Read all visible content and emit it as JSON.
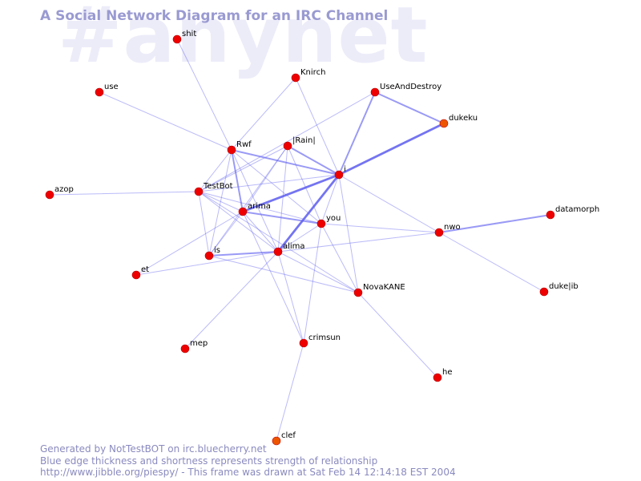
{
  "watermark": "#anynet",
  "title": "A Social Network Diagram for an IRC Channel",
  "footer": {
    "line1": "Generated by NotTestBOT on irc.bluecherry.net",
    "line2": "Blue edge thickness and shortness represents strength of relationship",
    "line3": "http://www.jibble.org/piespy/ - This frame was drawn at Sat Feb 14 12:14:18 EST 2004"
  },
  "colors": {
    "node_default": "#ee0000",
    "node_recent": "#ee5500",
    "edge": "#5c5cf0"
  },
  "nodes": [
    {
      "id": "shit",
      "label": "shit",
      "color": "#ee0000"
    },
    {
      "id": "use",
      "label": "use",
      "color": "#ee0000"
    },
    {
      "id": "Knirch",
      "label": "Knirch",
      "color": "#ee0000"
    },
    {
      "id": "UseAndDestroy",
      "label": "UseAndDestroy",
      "color": "#ee0000"
    },
    {
      "id": "dukeku",
      "label": "dukeku",
      "color": "#ee5500"
    },
    {
      "id": "Rain",
      "label": "|Rain|",
      "color": "#ee0000"
    },
    {
      "id": "Rwf",
      "label": "Rwf",
      "color": "#ee0000"
    },
    {
      "id": "i",
      "label": "i",
      "color": "#ee0000"
    },
    {
      "id": "azop",
      "label": "azop",
      "color": "#ee0000"
    },
    {
      "id": "TestBot",
      "label": "TestBot",
      "color": "#ee0000"
    },
    {
      "id": "arima",
      "label": "arima",
      "color": "#ee0000"
    },
    {
      "id": "you",
      "label": "you",
      "color": "#ee0000"
    },
    {
      "id": "datamorph",
      "label": "datamorph",
      "color": "#ee0000"
    },
    {
      "id": "nwo",
      "label": "nwo",
      "color": "#ee0000"
    },
    {
      "id": "alima",
      "label": "alima",
      "color": "#ee0000"
    },
    {
      "id": "is",
      "label": "is",
      "color": "#ee0000"
    },
    {
      "id": "et",
      "label": "et",
      "color": "#ee0000"
    },
    {
      "id": "dukejib",
      "label": "duke|ib",
      "color": "#ee0000"
    },
    {
      "id": "NovaKANE",
      "label": "NovaKANE",
      "color": "#ee0000"
    },
    {
      "id": "mep",
      "label": "mep",
      "color": "#ee0000"
    },
    {
      "id": "crimsun",
      "label": "crimsun",
      "color": "#ee0000"
    },
    {
      "id": "he",
      "label": "he",
      "color": "#ee0000"
    },
    {
      "id": "clef",
      "label": "clef",
      "color": "#ee5500"
    }
  ],
  "edges": [
    {
      "from": "shit",
      "to": "Rwf",
      "weight": 1
    },
    {
      "from": "use",
      "to": "Rwf",
      "weight": 1
    },
    {
      "from": "Knirch",
      "to": "Rwf",
      "weight": 1
    },
    {
      "from": "Knirch",
      "to": "i",
      "weight": 1
    },
    {
      "from": "UseAndDestroy",
      "to": "i",
      "weight": 2
    },
    {
      "from": "UseAndDestroy",
      "to": "dukeku",
      "weight": 2
    },
    {
      "from": "UseAndDestroy",
      "to": "TestBot",
      "weight": 1
    },
    {
      "from": "dukeku",
      "to": "i",
      "weight": 3
    },
    {
      "from": "Rwf",
      "to": "i",
      "weight": 2
    },
    {
      "from": "Rwf",
      "to": "TestBot",
      "weight": 1
    },
    {
      "from": "Rwf",
      "to": "arima",
      "weight": 2
    },
    {
      "from": "Rwf",
      "to": "alima",
      "weight": 1
    },
    {
      "from": "Rwf",
      "to": "is",
      "weight": 1
    },
    {
      "from": "Rwf",
      "to": "you",
      "weight": 1
    },
    {
      "from": "Rain",
      "to": "i",
      "weight": 2
    },
    {
      "from": "Rain",
      "to": "TestBot",
      "weight": 1
    },
    {
      "from": "Rain",
      "to": "arima",
      "weight": 1
    },
    {
      "from": "Rain",
      "to": "alima",
      "weight": 1
    },
    {
      "from": "Rain",
      "to": "you",
      "weight": 1
    },
    {
      "from": "Rain",
      "to": "is",
      "weight": 1
    },
    {
      "from": "i",
      "to": "arima",
      "weight": 3
    },
    {
      "from": "i",
      "to": "alima",
      "weight": 3
    },
    {
      "from": "i",
      "to": "TestBot",
      "weight": 1
    },
    {
      "from": "i",
      "to": "you",
      "weight": 1
    },
    {
      "from": "i",
      "to": "NovaKANE",
      "weight": 1
    },
    {
      "from": "i",
      "to": "nwo",
      "weight": 1
    },
    {
      "from": "azop",
      "to": "TestBot",
      "weight": 1
    },
    {
      "from": "TestBot",
      "to": "arima",
      "weight": 1
    },
    {
      "from": "TestBot",
      "to": "alima",
      "weight": 1
    },
    {
      "from": "TestBot",
      "to": "is",
      "weight": 1
    },
    {
      "from": "TestBot",
      "to": "you",
      "weight": 1
    },
    {
      "from": "TestBot",
      "to": "NovaKANE",
      "weight": 1
    },
    {
      "from": "arima",
      "to": "you",
      "weight": 2
    },
    {
      "from": "arima",
      "to": "alima",
      "weight": 1
    },
    {
      "from": "arima",
      "to": "is",
      "weight": 1
    },
    {
      "from": "arima",
      "to": "et",
      "weight": 1
    },
    {
      "from": "arima",
      "to": "crimsun",
      "weight": 1
    },
    {
      "from": "you",
      "to": "alima",
      "weight": 1
    },
    {
      "from": "you",
      "to": "nwo",
      "weight": 1
    },
    {
      "from": "you",
      "to": "crimsun",
      "weight": 1
    },
    {
      "from": "you",
      "to": "NovaKANE",
      "weight": 1
    },
    {
      "from": "alima",
      "to": "is",
      "weight": 2
    },
    {
      "from": "alima",
      "to": "nwo",
      "weight": 1
    },
    {
      "from": "alima",
      "to": "mep",
      "weight": 1
    },
    {
      "from": "alima",
      "to": "crimsun",
      "weight": 1
    },
    {
      "from": "alima",
      "to": "NovaKANE",
      "weight": 1
    },
    {
      "from": "alima",
      "to": "et",
      "weight": 1
    },
    {
      "from": "is",
      "to": "NovaKANE",
      "weight": 1
    },
    {
      "from": "nwo",
      "to": "datamorph",
      "weight": 2
    },
    {
      "from": "nwo",
      "to": "dukejib",
      "weight": 1
    },
    {
      "from": "NovaKANE",
      "to": "he",
      "weight": 1
    },
    {
      "from": "crimsun",
      "to": "clef",
      "weight": 1
    }
  ]
}
